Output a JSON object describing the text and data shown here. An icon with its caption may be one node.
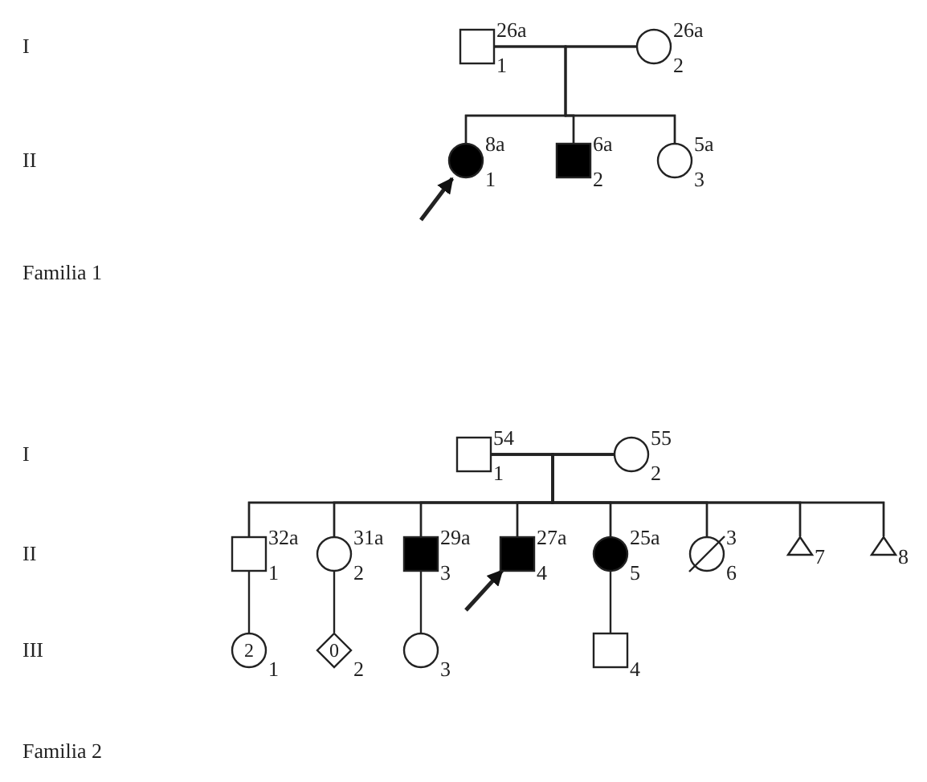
{
  "diagram": {
    "nodes": [
      {
        "text": [],
        "shape": "box",
        "beside": [
          "26a",
          "1"
        ]
      },
      {
        "text": [],
        "shape": "circle",
        "beside": [
          "26a",
          "2"
        ]
      },
      {
        "text": [],
        "shape": "circle",
        "beside": [
          "8a",
          "1"
        ]
      },
      {
        "text": [],
        "shape": "box",
        "beside": [
          "6a",
          "2"
        ]
      },
      {
        "text": [],
        "shape": "circle",
        "beside": [
          "5a",
          "3"
        ]
      },
      {
        "text": [],
        "shape": "box",
        "beside": [
          "54",
          "1"
        ]
      },
      {
        "text": [],
        "shape": "circle",
        "beside": [
          "55",
          "2"
        ]
      },
      {
        "text": [],
        "shape": "box",
        "beside": [
          "32a",
          "1"
        ]
      },
      {
        "text": [],
        "shape": "circle",
        "beside": [
          "31a",
          "2"
        ]
      },
      {
        "text": [],
        "shape": "box",
        "beside": [
          "29a",
          "3"
        ]
      },
      {
        "text": [],
        "shape": "box",
        "beside": [
          "27a",
          "4"
        ]
      },
      {
        "text": [],
        "shape": "circle",
        "beside": [
          "25a",
          "5"
        ]
      },
      {
        "text": [],
        "shape": "circle",
        "beside": [
          "3",
          "6"
        ]
      },
      {
        "text": [],
        "shape": "triangle",
        "beside": [
          "7"
        ]
      },
      {
        "text": [],
        "shape": "triangle",
        "beside": [
          "8"
        ]
      },
      {
        "text": [
          "2"
        ],
        "beside": [
          "1"
        ]
      },
      {
        "text": [
          "0"
        ],
        "beside": [
          "2"
        ]
      },
      {
        "text": [],
        "shape": "circle",
        "beside": [
          "3"
        ]
      },
      {
        "text": [],
        "shape": "box",
        "beside": [
          "4"
        ]
      }
    ],
    "edges": [
      {
        "from": 0,
        "to": 1,
        "arrow": "none"
      },
      {
        "from": 0,
        "to": 2,
        "arrow": "none"
      },
      {
        "from": 1,
        "to": 2,
        "arrow": "none"
      },
      {
        "from": 0,
        "to": 3,
        "arrow": "none"
      },
      {
        "from": 1,
        "to": 3,
        "arrow": "none"
      },
      {
        "from": 0,
        "to": 4,
        "arrow": "none"
      },
      {
        "from": 1,
        "to": 4,
        "arrow": "none"
      },
      {
        "from": null,
        "to": 2,
        "arrow": "to"
      },
      {
        "from": 5,
        "to": 6,
        "arrow": "none"
      },
      {
        "from": 5,
        "to": 7,
        "arrow": "none"
      },
      {
        "from": 6,
        "to": 7,
        "arrow": "none"
      },
      {
        "from": 5,
        "to": 8,
        "arrow": "none"
      },
      {
        "from": 6,
        "to": 8,
        "arrow": "none"
      },
      {
        "from": 5,
        "to": 9,
        "arrow": "none"
      },
      {
        "from": 6,
        "to": 9,
        "arrow": "none"
      },
      {
        "from": 5,
        "to": 10,
        "arrow": "none"
      },
      {
        "from": 6,
        "to": 10,
        "arrow": "none"
      },
      {
        "from": 5,
        "to": 11,
        "arrow": "none"
      },
      {
        "from": 6,
        "to": 11,
        "arrow": "none"
      },
      {
        "from": 5,
        "to": 12,
        "arrow": "none"
      },
      {
        "from": 6,
        "to": 12,
        "arrow": "none"
      },
      {
        "from": 5,
        "to": 13,
        "arrow": "none"
      },
      {
        "from": 6,
        "to": 13,
        "arrow": "none"
      },
      {
        "from": 5,
        "to": 14,
        "arrow": "none"
      },
      {
        "from": 6,
        "to": 14,
        "arrow": "none"
      },
      {
        "from": null,
        "to": 10,
        "arrow": "to"
      },
      {
        "from": 7,
        "to": 15,
        "arrow": "none"
      },
      {
        "from": 8,
        "to": 16,
        "arrow": "none"
      },
      {
        "from": 9,
        "to": 17,
        "arrow": "none"
      },
      {
        "from": 11,
        "to": 18,
        "arrow": "none"
      }
    ],
    "labels": [
      "I",
      "II",
      "Familia 1",
      "I",
      "II",
      "III",
      "Familia 2"
    ]
  }
}
